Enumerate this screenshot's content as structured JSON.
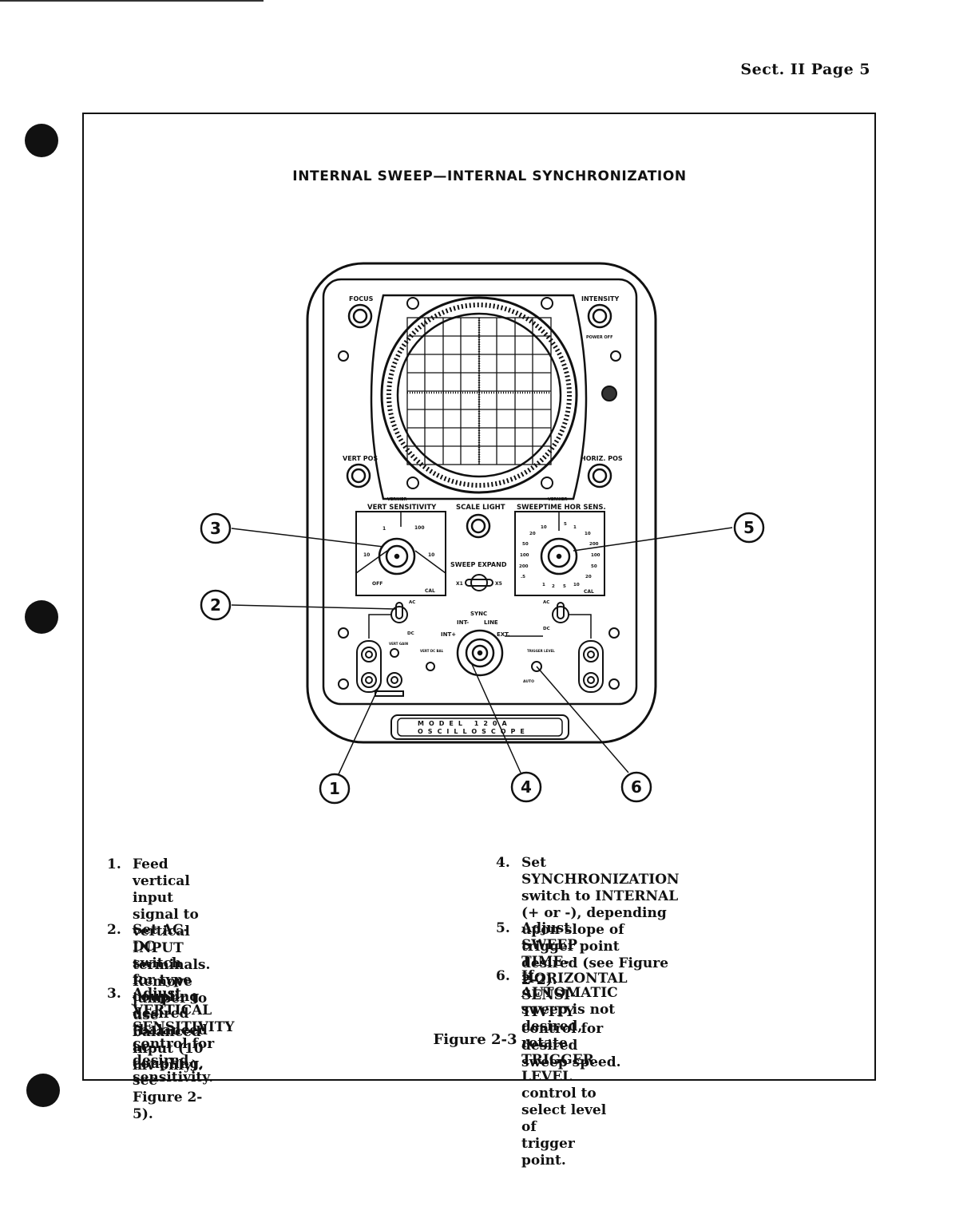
{
  "header": {
    "section_page": "Sect. II  Page 5"
  },
  "figure": {
    "title": "INTERNAL SWEEP—INTERNAL SYNCHRONIZATION",
    "caption": "Figure 2-3",
    "panel_labels": {
      "focus": "FOCUS",
      "intensity": "INTENSITY",
      "power_off": "POWER OFF",
      "vert_pos": "VERT POS",
      "horiz_pos": "HORIZ. POS",
      "vernier_left": "VERNIER",
      "vert_sensitivity": "VERT SENSITIVITY",
      "scale_light": "SCALE LIGHT",
      "vernier_right": "VERNIER",
      "sweeptime_hor_sens": "SWEEPTIME HOR SENS.",
      "sweep_expand": "SWEEP EXPAND",
      "x1": "X1",
      "x5": "X5",
      "ac_left": "AC",
      "dc_left": "DC",
      "ac_right": "AC",
      "dc_right": "DC",
      "sync": "SYNC",
      "int_minus": "INT-",
      "line": "LINE",
      "int_plus": "INT+",
      "ext": "EXT.",
      "vert_gain": "VERT GAIN",
      "vert_dc_bal": "VERT DC BAL",
      "trigger_level": "TRIGGER LEVEL",
      "auto": "AUTO",
      "off": "OFF",
      "cal_left": "CAL",
      "cal_right": "CAL",
      "v1": "1",
      "v100": "100",
      "v10": "10",
      "v_10": "10",
      "model_line1": "MODEL 120A",
      "model_line2": "OSCILLOSCOPE"
    },
    "sweep_scale": {
      "left": [
        "20",
        "50",
        "100",
        "200",
        ".5"
      ],
      "top": [
        "10",
        "5",
        "1"
      ],
      "right": [
        "10",
        "200",
        "100",
        "50",
        "20"
      ],
      "bottom": [
        "1",
        "2",
        "5",
        "10"
      ]
    },
    "callouts": [
      "1",
      "2",
      "3",
      "4",
      "5",
      "6"
    ]
  },
  "steps": [
    {
      "num": "1.",
      "lines": [
        "Feed vertical input signal to vertical INPUT",
        "terminals.  Remove jumper to use balanced",
        "input (10 mv only)."
      ]
    },
    {
      "num": "2.",
      "lines": [
        "Set AC-DC switch for type coupling desired",
        "(balanced ac coupling, see Figure 2-5)."
      ]
    },
    {
      "num": "3.",
      "lines": [
        "Adjust VERTICAL SENSITIVITY control for",
        "desired sensitivity."
      ]
    },
    {
      "num": "4.",
      "lines": [
        "Set SYNCHRONIZATION switch to INTERNAL",
        "(+ or -), depending upon slope of trigger point",
        "desired (see Figure 2-2)."
      ]
    },
    {
      "num": "5.",
      "lines": [
        "Adjust SWEEP TIME-HORIZONTAL SENSI-",
        "TIVITY control for desired sweep speed."
      ]
    },
    {
      "num": "6.",
      "lines": [
        "If AUTOMATIC sweep is not desired, rotate",
        "TRIGGER LEVEL control to select level of",
        "trigger point."
      ]
    }
  ]
}
